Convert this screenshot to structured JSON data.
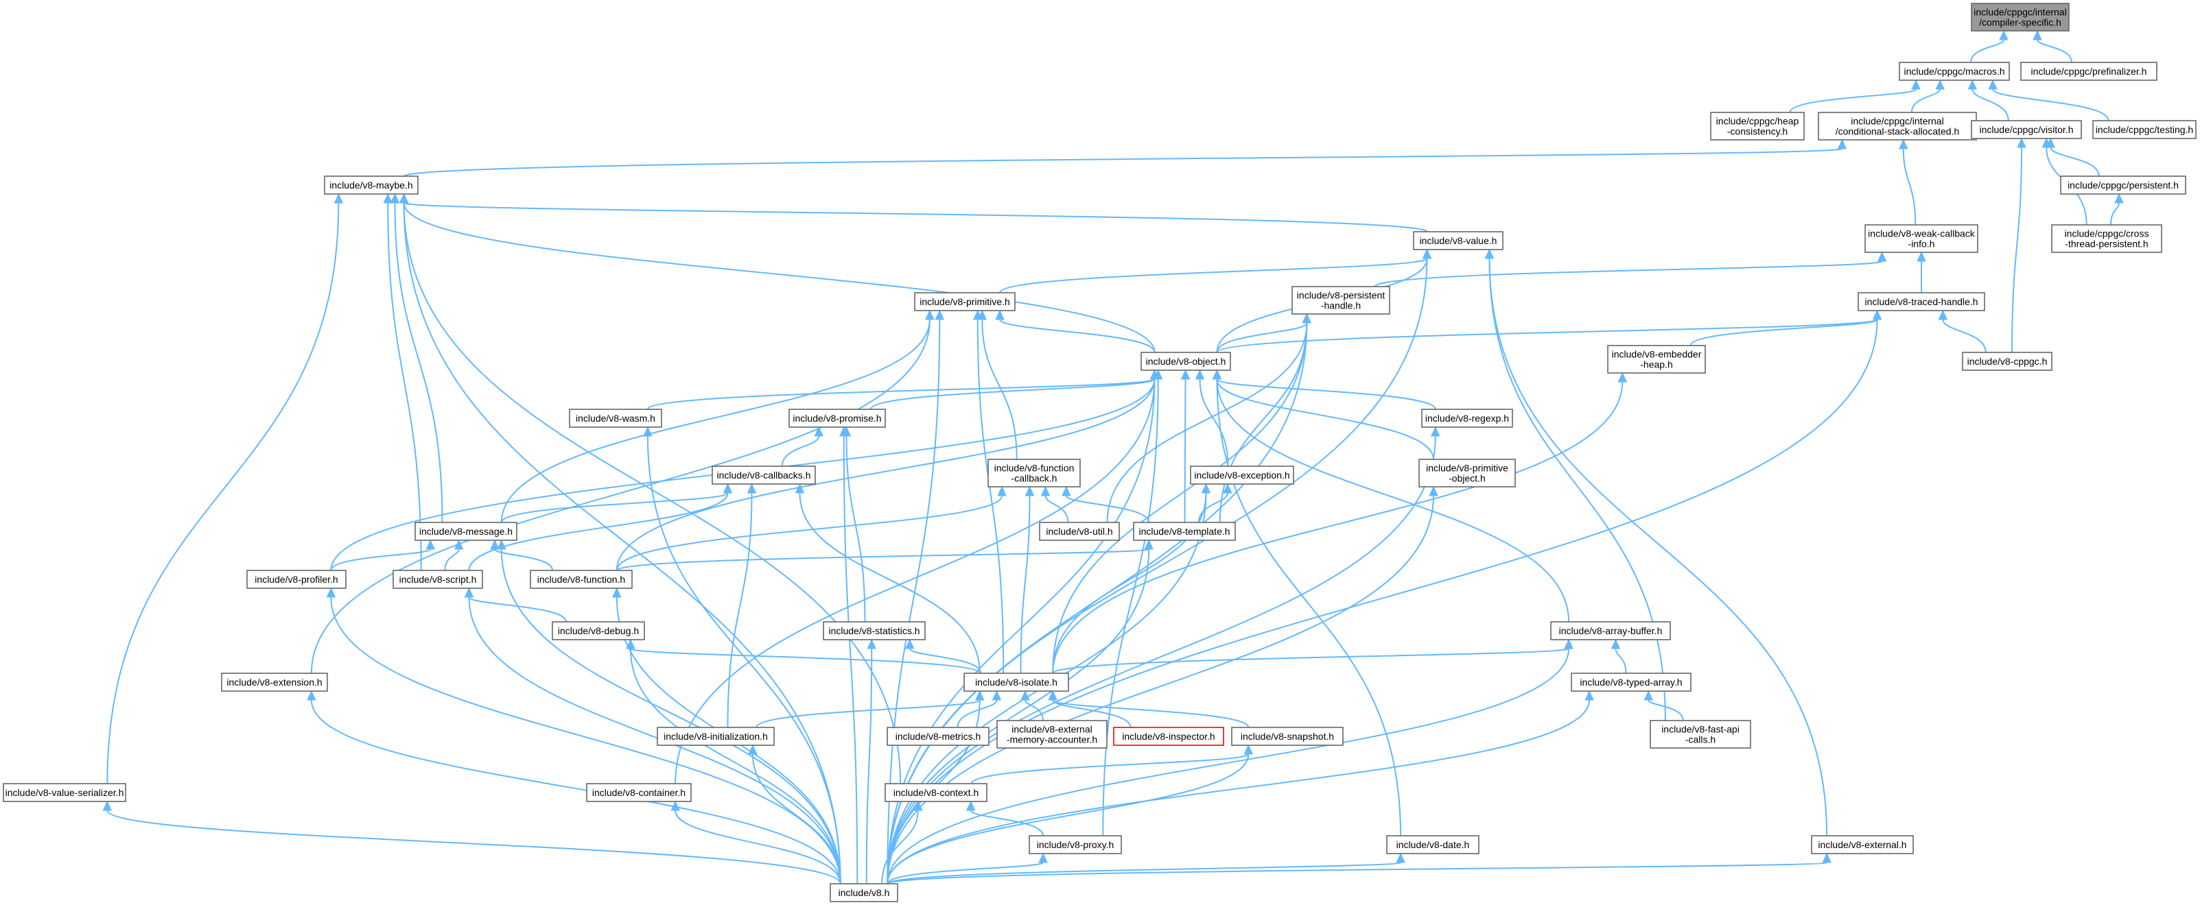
{
  "diagram": {
    "type": "include-dependency-graph",
    "colors": {
      "edge": "#63b8ff",
      "node_border": "#666666",
      "node_fill": "#ffffff",
      "root_fill": "#999999",
      "root_border": "#666666",
      "missing_border": "#ff0000",
      "missing_fill": "#fff0f0"
    },
    "nodes": [
      {
        "id": "compiler_specific",
        "lines": [
          "include/cppgc/internal",
          "/compiler-specific.h"
        ],
        "style": "root"
      },
      {
        "id": "macros",
        "lines": [
          "include/cppgc/macros.h"
        ],
        "style": "normal"
      },
      {
        "id": "prefinalizer",
        "lines": [
          "include/cppgc/prefinalizer.h"
        ],
        "style": "normal"
      },
      {
        "id": "heap_consistency",
        "lines": [
          "include/cppgc/heap",
          "-consistency.h"
        ],
        "style": "normal"
      },
      {
        "id": "conditional_stack",
        "lines": [
          "include/cppgc/internal",
          "/conditional-stack-allocated.h"
        ],
        "style": "normal"
      },
      {
        "id": "visitor",
        "lines": [
          "include/cppgc/visitor.h"
        ],
        "style": "normal"
      },
      {
        "id": "testing",
        "lines": [
          "include/cppgc/testing.h"
        ],
        "style": "normal"
      },
      {
        "id": "maybe",
        "lines": [
          "include/v8-maybe.h"
        ],
        "style": "normal"
      },
      {
        "id": "cppgc_persistent",
        "lines": [
          "include/cppgc/persistent.h"
        ],
        "style": "normal"
      },
      {
        "id": "cross_thread",
        "lines": [
          "include/cppgc/cross",
          "-thread-persistent.h"
        ],
        "style": "normal"
      },
      {
        "id": "weak_callback",
        "lines": [
          "include/v8-weak-callback",
          "-info.h"
        ],
        "style": "normal"
      },
      {
        "id": "value",
        "lines": [
          "include/v8-value.h"
        ],
        "style": "normal"
      },
      {
        "id": "primitive",
        "lines": [
          "include/v8-primitive.h"
        ],
        "style": "normal"
      },
      {
        "id": "persistent_handle",
        "lines": [
          "include/v8-persistent",
          "-handle.h"
        ],
        "style": "normal"
      },
      {
        "id": "traced_handle",
        "lines": [
          "include/v8-traced-handle.h"
        ],
        "style": "normal"
      },
      {
        "id": "embedder_heap",
        "lines": [
          "include/v8-embedder",
          "-heap.h"
        ],
        "style": "normal"
      },
      {
        "id": "v8_cppgc",
        "lines": [
          "include/v8-cppgc.h"
        ],
        "style": "normal"
      },
      {
        "id": "object",
        "lines": [
          "include/v8-object.h"
        ],
        "style": "normal"
      },
      {
        "id": "wasm",
        "lines": [
          "include/v8-wasm.h"
        ],
        "style": "normal"
      },
      {
        "id": "promise",
        "lines": [
          "include/v8-promise.h"
        ],
        "style": "normal"
      },
      {
        "id": "regexp",
        "lines": [
          "include/v8-regexp.h"
        ],
        "style": "normal"
      },
      {
        "id": "callbacks",
        "lines": [
          "include/v8-callbacks.h"
        ],
        "style": "normal"
      },
      {
        "id": "function_callback",
        "lines": [
          "include/v8-function",
          "-callback.h"
        ],
        "style": "normal"
      },
      {
        "id": "exception",
        "lines": [
          "include/v8-exception.h"
        ],
        "style": "normal"
      },
      {
        "id": "primitive_object",
        "lines": [
          "include/v8-primitive",
          "-object.h"
        ],
        "style": "normal"
      },
      {
        "id": "message",
        "lines": [
          "include/v8-message.h"
        ],
        "style": "normal"
      },
      {
        "id": "util",
        "lines": [
          "include/v8-util.h"
        ],
        "style": "normal"
      },
      {
        "id": "template",
        "lines": [
          "include/v8-template.h"
        ],
        "style": "normal"
      },
      {
        "id": "profiler",
        "lines": [
          "include/v8-profiler.h"
        ],
        "style": "normal"
      },
      {
        "id": "script",
        "lines": [
          "include/v8-script.h"
        ],
        "style": "normal"
      },
      {
        "id": "function",
        "lines": [
          "include/v8-function.h"
        ],
        "style": "normal"
      },
      {
        "id": "debug",
        "lines": [
          "include/v8-debug.h"
        ],
        "style": "normal"
      },
      {
        "id": "statistics",
        "lines": [
          "include/v8-statistics.h"
        ],
        "style": "normal"
      },
      {
        "id": "array_buffer",
        "lines": [
          "include/v8-array-buffer.h"
        ],
        "style": "normal"
      },
      {
        "id": "extension",
        "lines": [
          "include/v8-extension.h"
        ],
        "style": "normal"
      },
      {
        "id": "isolate",
        "lines": [
          "include/v8-isolate.h"
        ],
        "style": "normal"
      },
      {
        "id": "typed_array",
        "lines": [
          "include/v8-typed-array.h"
        ],
        "style": "normal"
      },
      {
        "id": "initialization",
        "lines": [
          "include/v8-initialization.h"
        ],
        "style": "normal"
      },
      {
        "id": "metrics",
        "lines": [
          "include/v8-metrics.h"
        ],
        "style": "normal"
      },
      {
        "id": "external_memory",
        "lines": [
          "include/v8-external",
          "-memory-accounter.h"
        ],
        "style": "normal"
      },
      {
        "id": "inspector",
        "lines": [
          "include/v8-inspector.h"
        ],
        "style": "missing"
      },
      {
        "id": "snapshot",
        "lines": [
          "include/v8-snapshot.h"
        ],
        "style": "normal"
      },
      {
        "id": "fast_api",
        "lines": [
          "include/v8-fast-api",
          "-calls.h"
        ],
        "style": "normal"
      },
      {
        "id": "value_serializer",
        "lines": [
          "include/v8-value-serializer.h"
        ],
        "style": "normal"
      },
      {
        "id": "container",
        "lines": [
          "include/v8-container.h"
        ],
        "style": "normal"
      },
      {
        "id": "context",
        "lines": [
          "include/v8-context.h"
        ],
        "style": "normal"
      },
      {
        "id": "date",
        "lines": [
          "include/v8-date.h"
        ],
        "style": "normal"
      },
      {
        "id": "external",
        "lines": [
          "include/v8-external.h"
        ],
        "style": "normal"
      },
      {
        "id": "proxy",
        "lines": [
          "include/v8-proxy.h"
        ],
        "style": "normal"
      },
      {
        "id": "v8",
        "lines": [
          "include/v8.h"
        ],
        "style": "normal"
      }
    ],
    "edges": [
      [
        "macros",
        "compiler_specific"
      ],
      [
        "prefinalizer",
        "compiler_specific"
      ],
      [
        "heap_consistency",
        "macros"
      ],
      [
        "conditional_stack",
        "macros"
      ],
      [
        "visitor",
        "macros"
      ],
      [
        "testing",
        "macros"
      ],
      [
        "maybe",
        "conditional_stack"
      ],
      [
        "weak_callback",
        "conditional_stack"
      ],
      [
        "cppgc_persistent",
        "visitor"
      ],
      [
        "cross_thread",
        "visitor"
      ],
      [
        "v8_cppgc",
        "visitor"
      ],
      [
        "cross_thread",
        "cppgc_persistent"
      ],
      [
        "persistent_handle",
        "weak_callback"
      ],
      [
        "traced_handle",
        "weak_callback"
      ],
      [
        "value",
        "maybe"
      ],
      [
        "object",
        "maybe"
      ],
      [
        "message",
        "maybe"
      ],
      [
        "script",
        "maybe"
      ],
      [
        "context",
        "maybe"
      ],
      [
        "value_serializer",
        "maybe"
      ],
      [
        "v8",
        "maybe"
      ],
      [
        "primitive",
        "value"
      ],
      [
        "object",
        "value"
      ],
      [
        "external",
        "value"
      ],
      [
        "fast_api",
        "value"
      ],
      [
        "v8",
        "value"
      ],
      [
        "object",
        "primitive"
      ],
      [
        "function_callback",
        "primitive"
      ],
      [
        "isolate",
        "primitive"
      ],
      [
        "message",
        "primitive"
      ],
      [
        "extension",
        "primitive"
      ],
      [
        "v8",
        "primitive"
      ],
      [
        "object",
        "persistent_handle"
      ],
      [
        "template",
        "persistent_handle"
      ],
      [
        "util",
        "persistent_handle"
      ],
      [
        "isolate",
        "persistent_handle"
      ],
      [
        "v8",
        "persistent_handle"
      ],
      [
        "object",
        "traced_handle"
      ],
      [
        "embedder_heap",
        "traced_handle"
      ],
      [
        "v8_cppgc",
        "traced_handle"
      ],
      [
        "v8",
        "traced_handle"
      ],
      [
        "isolate",
        "embedder_heap"
      ],
      [
        "wasm",
        "object"
      ],
      [
        "promise",
        "object"
      ],
      [
        "regexp",
        "object"
      ],
      [
        "exception",
        "object"
      ],
      [
        "primitive_object",
        "object"
      ],
      [
        "template",
        "object"
      ],
      [
        "array_buffer",
        "object"
      ],
      [
        "container",
        "object"
      ],
      [
        "date",
        "object"
      ],
      [
        "proxy",
        "object"
      ],
      [
        "profiler",
        "object"
      ],
      [
        "function",
        "object"
      ],
      [
        "v8",
        "object"
      ],
      [
        "callbacks",
        "promise"
      ],
      [
        "statistics",
        "promise"
      ],
      [
        "v8",
        "promise"
      ],
      [
        "message",
        "callbacks"
      ],
      [
        "script",
        "callbacks"
      ],
      [
        "isolate",
        "callbacks"
      ],
      [
        "initialization",
        "callbacks"
      ],
      [
        "template",
        "function_callback"
      ],
      [
        "isolate",
        "function_callback"
      ],
      [
        "util",
        "function_callback"
      ],
      [
        "function",
        "function_callback"
      ],
      [
        "template",
        "exception"
      ],
      [
        "isolate",
        "exception"
      ],
      [
        "v8",
        "exception"
      ],
      [
        "v8",
        "primitive_object"
      ],
      [
        "v8",
        "regexp"
      ],
      [
        "v8",
        "wasm"
      ],
      [
        "profiler",
        "message"
      ],
      [
        "script",
        "message"
      ],
      [
        "function",
        "message"
      ],
      [
        "v8",
        "message"
      ],
      [
        "function",
        "template"
      ],
      [
        "v8",
        "template"
      ],
      [
        "debug",
        "script"
      ],
      [
        "v8",
        "script"
      ],
      [
        "v8",
        "function"
      ],
      [
        "v8",
        "profiler"
      ],
      [
        "isolate",
        "debug"
      ],
      [
        "v8",
        "debug"
      ],
      [
        "isolate",
        "statistics"
      ],
      [
        "v8",
        "statistics"
      ],
      [
        "isolate",
        "array_buffer"
      ],
      [
        "typed_array",
        "array_buffer"
      ],
      [
        "v8",
        "array_buffer"
      ],
      [
        "initialization",
        "isolate"
      ],
      [
        "metrics",
        "isolate"
      ],
      [
        "external_memory",
        "isolate"
      ],
      [
        "inspector",
        "isolate"
      ],
      [
        "snapshot",
        "isolate"
      ],
      [
        "v8",
        "isolate"
      ],
      [
        "fast_api",
        "typed_array"
      ],
      [
        "v8",
        "typed_array"
      ],
      [
        "context",
        "snapshot"
      ],
      [
        "v8",
        "snapshot"
      ],
      [
        "proxy",
        "context"
      ],
      [
        "v8",
        "context"
      ],
      [
        "v8",
        "initialization"
      ],
      [
        "v8",
        "extension"
      ],
      [
        "v8",
        "value_serializer"
      ],
      [
        "v8",
        "container"
      ],
      [
        "v8",
        "date"
      ],
      [
        "v8",
        "external"
      ],
      [
        "v8",
        "proxy"
      ]
    ]
  }
}
